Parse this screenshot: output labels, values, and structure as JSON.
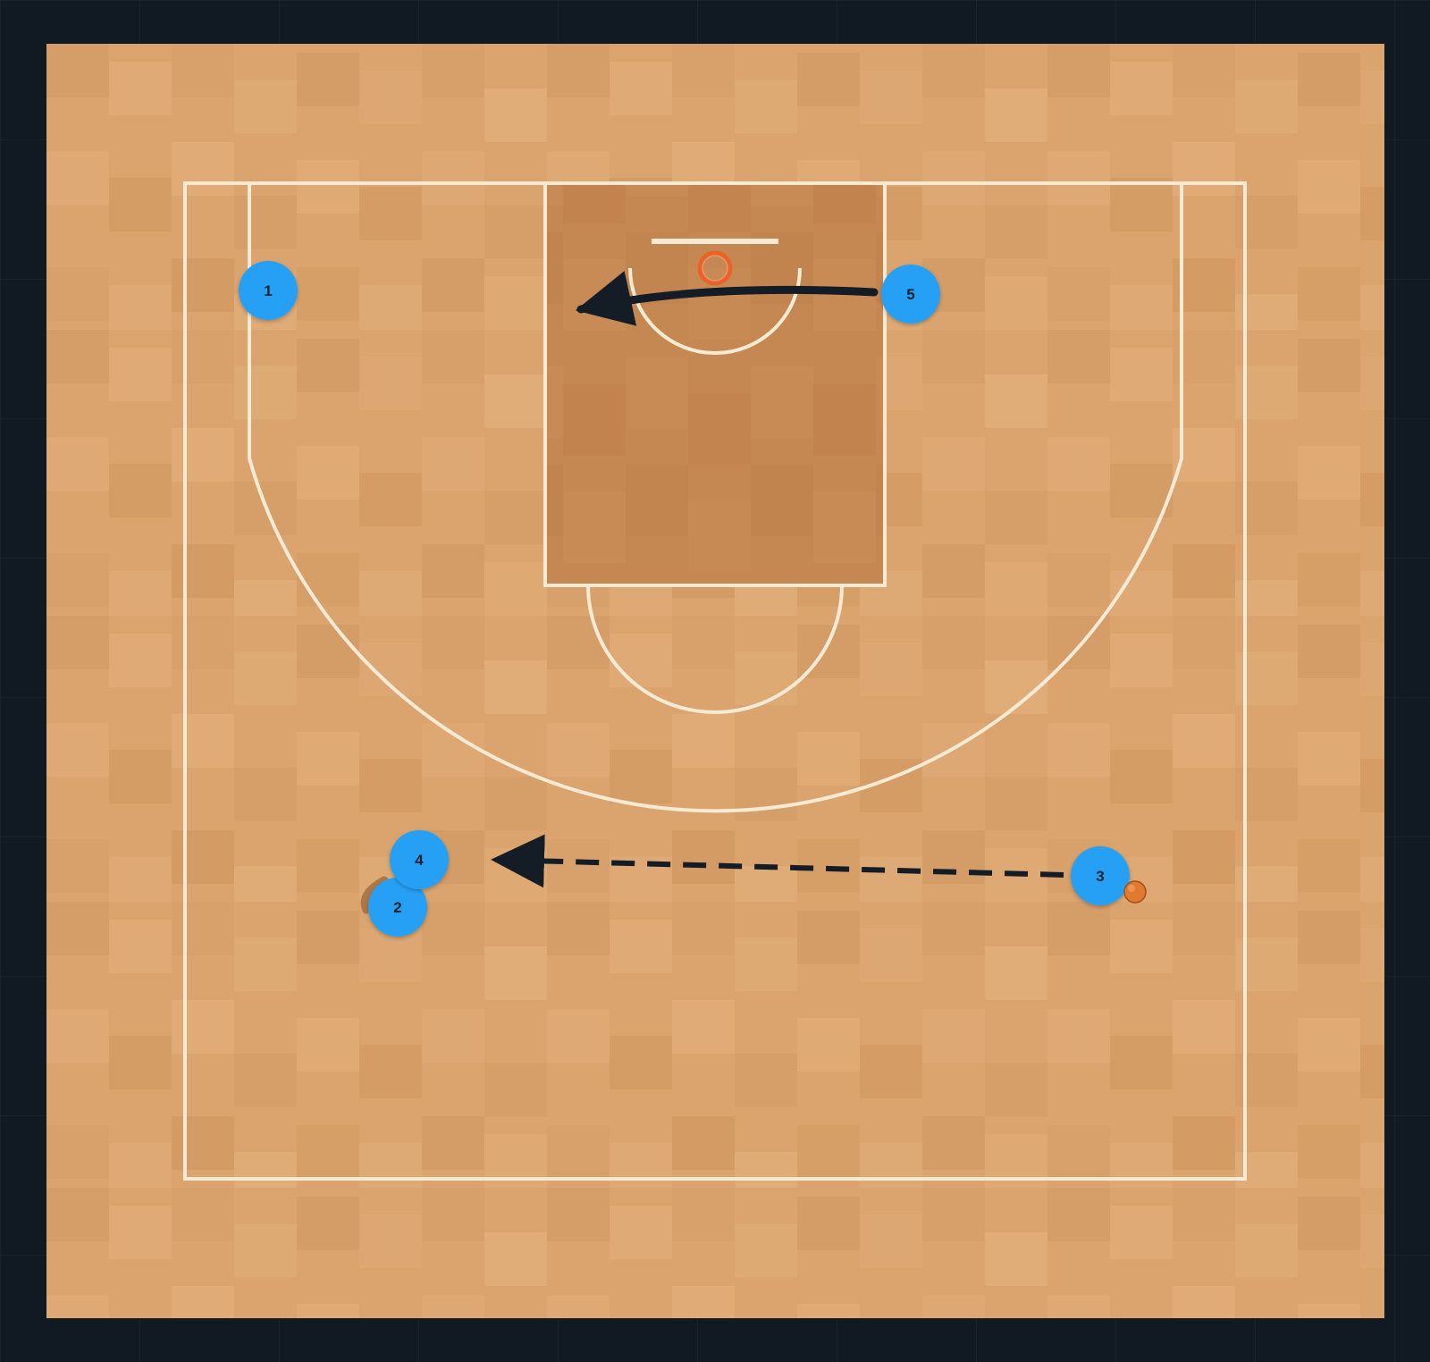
{
  "colors": {
    "background": "#111a23",
    "court_wood": "#dba46e",
    "paint": "#c68852",
    "court_lines": "#f7ead4",
    "player_fill": "#26a0f5",
    "player_label": "#0f2230",
    "arrow": "#141d26",
    "rim": "#e8632a",
    "ball": "#e07a2e"
  },
  "icons": {
    "rim": "basketball-hoop-icon",
    "ball": "basketball-icon",
    "cut": "cut-arrow-icon",
    "pass": "pass-arrow-icon",
    "screen": "screen-marker-icon"
  },
  "players": [
    {
      "id": "1",
      "label": "1"
    },
    {
      "id": "2",
      "label": "2"
    },
    {
      "id": "3",
      "label": "3"
    },
    {
      "id": "4",
      "label": "4"
    },
    {
      "id": "5",
      "label": "5"
    }
  ],
  "actions": [
    {
      "type": "cut",
      "from_player": "5",
      "style": "solid-curved"
    },
    {
      "type": "pass",
      "from_player": "3",
      "to_player": "4",
      "style": "dashed"
    },
    {
      "type": "screen",
      "by_player": "2"
    }
  ],
  "ball_holder": "3"
}
